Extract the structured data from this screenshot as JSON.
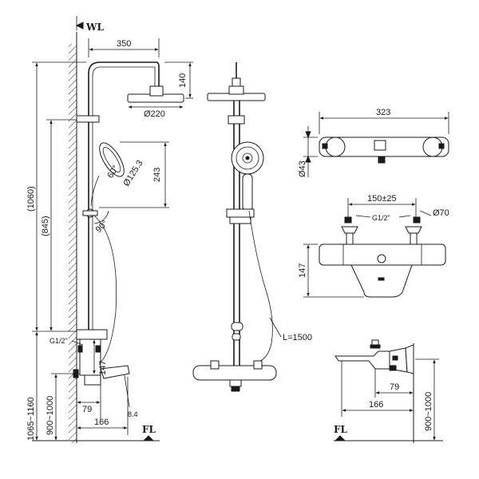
{
  "colors": {
    "line": "#1a1a1a",
    "background": "#ffffff"
  },
  "markers": {
    "wall_level": "WL",
    "floor_level": "FL"
  },
  "side_view": {
    "top_arm_length": "350",
    "head_drop": "140",
    "head_diameter": "Ø220",
    "hand_shower_height": "243",
    "hand_shower_angle": "60°",
    "hand_shower_diameter": "Ø125.3",
    "bracket_angle": "90°",
    "overall_height": "(1060)",
    "rail_height": "(845)",
    "connection": "G1/2\"",
    "outlet_height": "147",
    "mixer_offset": "79",
    "spout_angle": "8.4",
    "spout_reach": "166",
    "install_height_range": "1065~1160",
    "mixer_height_range": "900~1000"
  },
  "front_view": {
    "hose_length": "L=1500"
  },
  "mixer_top_view": {
    "width": "323",
    "body_diameter": "Ø43"
  },
  "mixer_front_view": {
    "center_distance": "150±25",
    "connection": "G1/2\"",
    "eccentric_diameter": "Ø70",
    "height": "147"
  },
  "mixer_side_view": {
    "offset": "79",
    "spout_reach": "166",
    "height_range": "900~1000"
  }
}
